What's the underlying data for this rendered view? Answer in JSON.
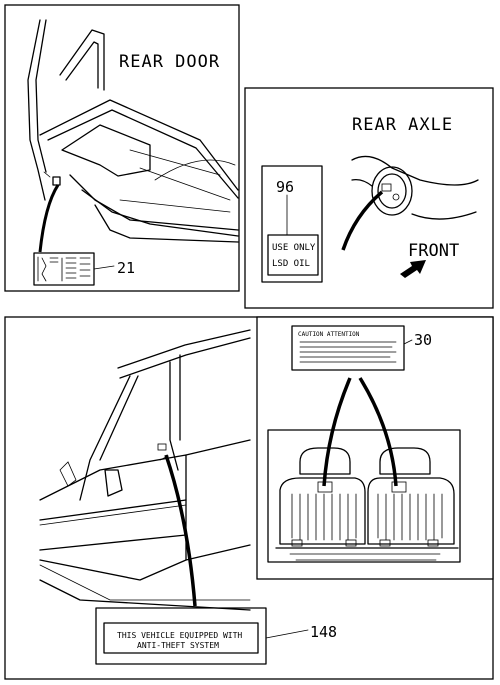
{
  "panels": {
    "rear_door": {
      "title": "REAR DOOR",
      "callout": "21"
    },
    "rear_axle": {
      "title": "REAR AXLE",
      "callout": "96",
      "label_line1": "USE ONLY",
      "label_line2": "LSD OIL",
      "direction": "FRONT"
    },
    "front_door": {
      "callout": "148",
      "label_line1": "THIS VEHICLE EQUIPPED WITH",
      "label_line2": "ANTI-THEFT SYSTEM"
    },
    "rear_seat": {
      "callout": "30",
      "label_title": "CAUTION ATTENTION"
    }
  }
}
